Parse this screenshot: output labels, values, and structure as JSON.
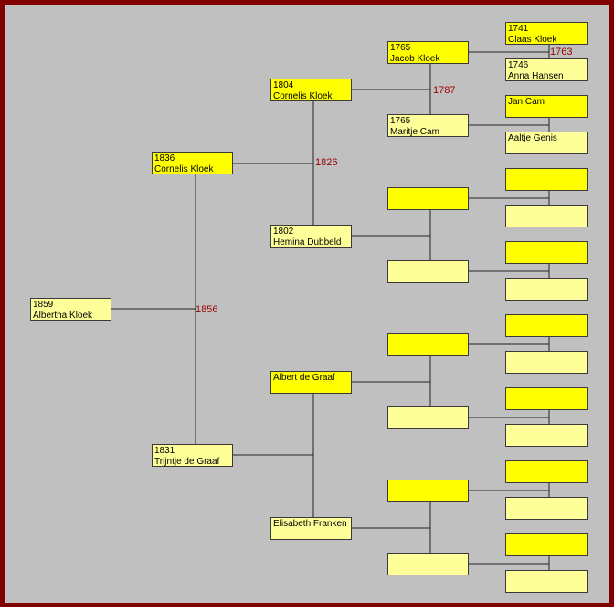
{
  "persons": {
    "p1": {
      "year": "1859",
      "name": "Albertha Kloek"
    },
    "p2": {
      "year": "1836",
      "name": "Cornelis Kloek"
    },
    "p3": {
      "year": "1831",
      "name": "Trijntje de Graaf"
    },
    "p4": {
      "year": "1804",
      "name": "Cornelis Kloek"
    },
    "p5": {
      "year": "1802",
      "name": "Hemina Dubbeld"
    },
    "p6": {
      "year": "",
      "name": "Albert de Graaf"
    },
    "p7": {
      "year": "",
      "name": "Elisabeth Franken"
    },
    "p8": {
      "year": "1765",
      "name": "Jacob Kloek"
    },
    "p9": {
      "year": "1765",
      "name": "Maritje Cam"
    },
    "p10": {
      "year": "",
      "name": ""
    },
    "p11": {
      "year": "",
      "name": ""
    },
    "p12": {
      "year": "",
      "name": ""
    },
    "p13": {
      "year": "",
      "name": ""
    },
    "p14": {
      "year": "",
      "name": ""
    },
    "p15": {
      "year": "",
      "name": ""
    },
    "p16": {
      "year": "1741",
      "name": "Claas Kloek"
    },
    "p17": {
      "year": "1746",
      "name": "Anna Hansen"
    },
    "p18": {
      "year": "",
      "name": "Jan Cam"
    },
    "p19": {
      "year": "",
      "name": "Aaltje Genis"
    },
    "p20": {
      "year": "",
      "name": ""
    },
    "p21": {
      "year": "",
      "name": ""
    },
    "p22": {
      "year": "",
      "name": ""
    },
    "p23": {
      "year": "",
      "name": ""
    },
    "p24": {
      "year": "",
      "name": ""
    },
    "p25": {
      "year": "",
      "name": ""
    },
    "p26": {
      "year": "",
      "name": ""
    },
    "p27": {
      "year": "",
      "name": ""
    },
    "p28": {
      "year": "",
      "name": ""
    },
    "p29": {
      "year": "",
      "name": ""
    },
    "p30": {
      "year": "",
      "name": ""
    },
    "p31": {
      "year": "",
      "name": ""
    }
  },
  "marriages": {
    "m1": "1856",
    "m2": "1826",
    "m4": "1787",
    "m8": "1763"
  },
  "colors": {
    "male": "#ffff00",
    "female": "#ffff99",
    "background": "#c0c0c0",
    "frame": "#800000",
    "marriage_year": "#990000"
  }
}
